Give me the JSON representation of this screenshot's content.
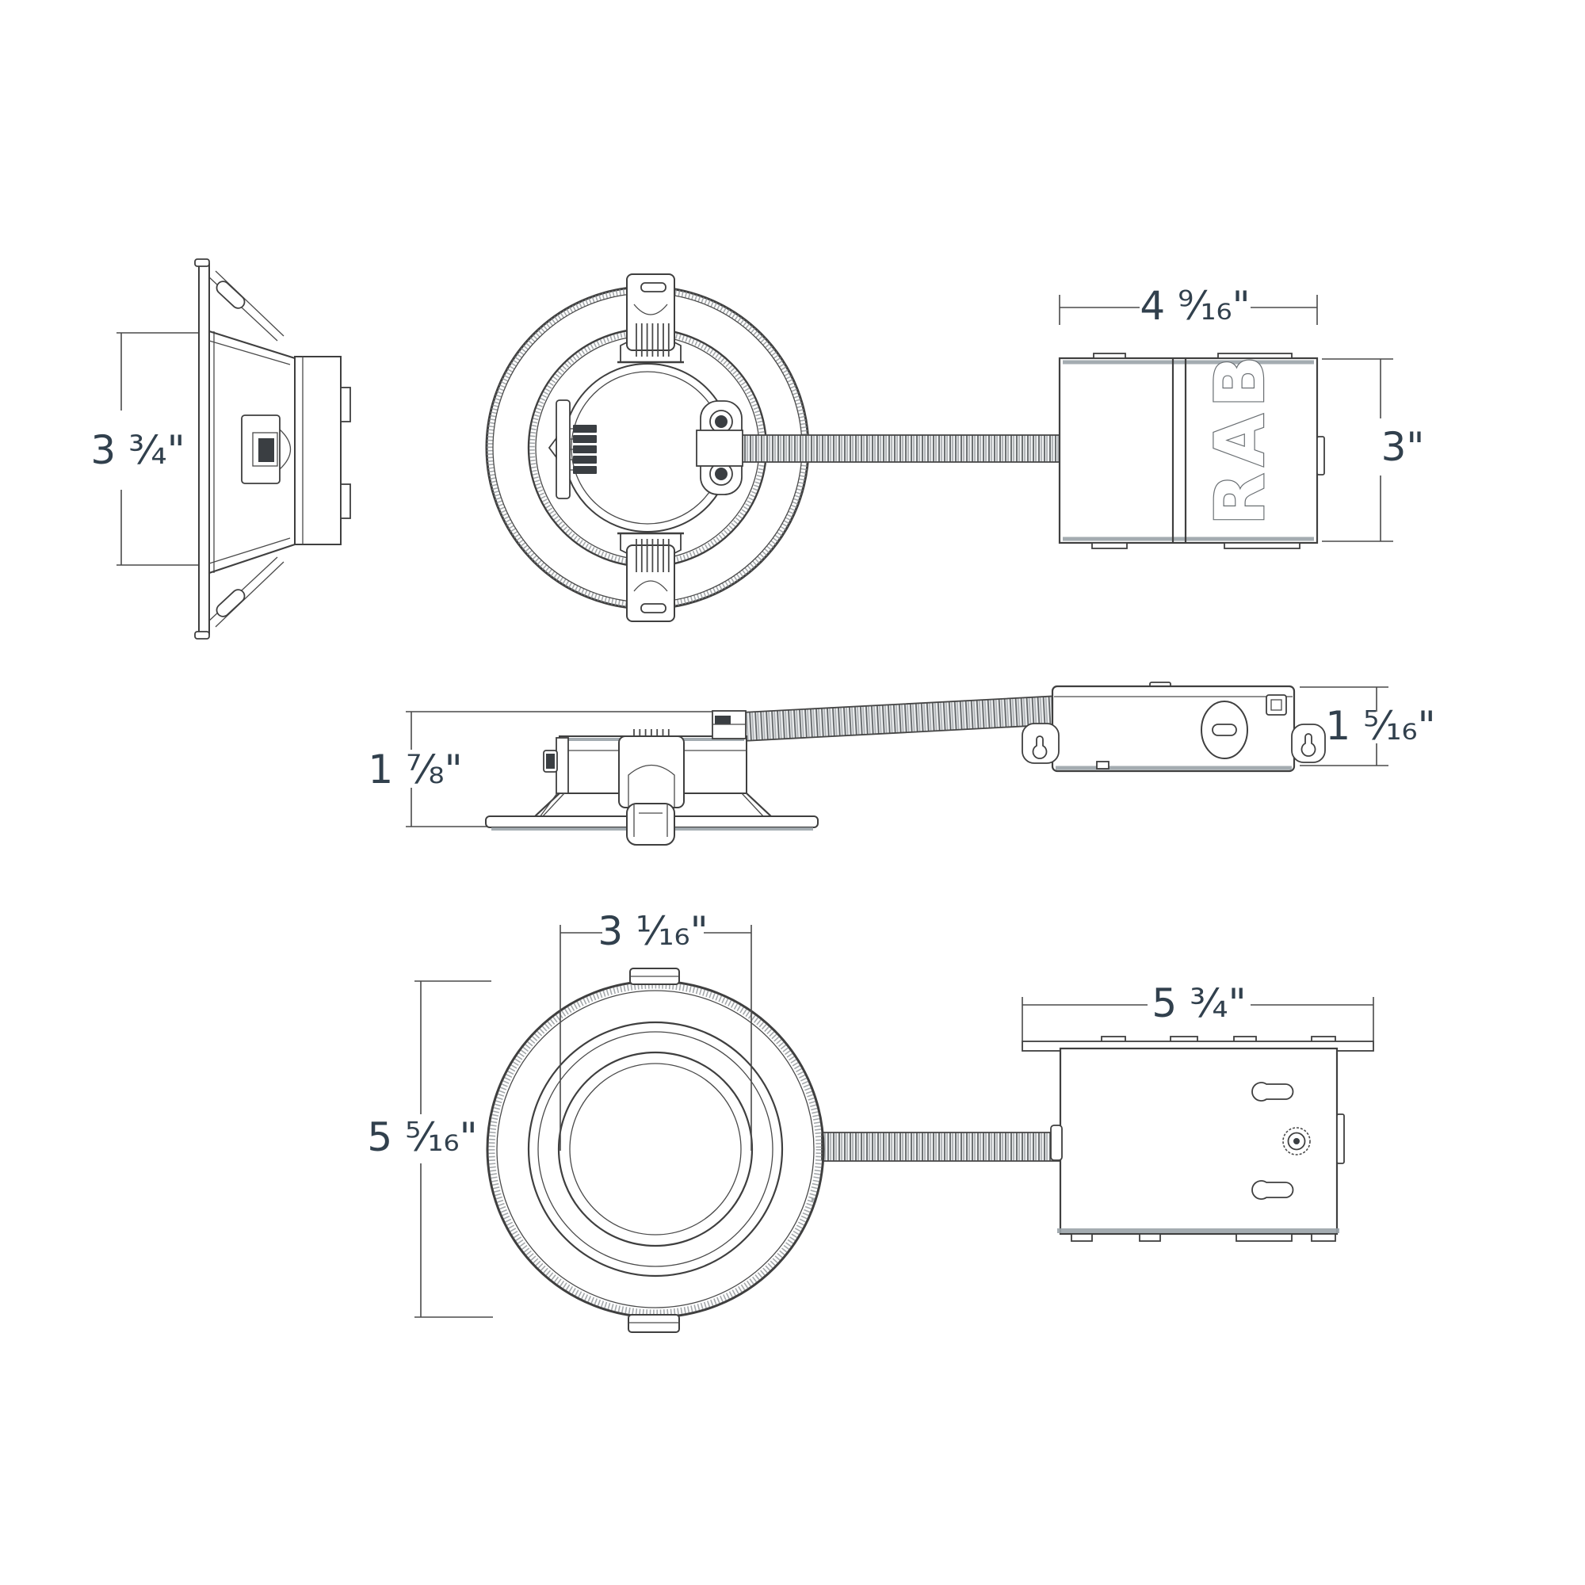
{
  "colors": {
    "background": "#ffffff",
    "line": "#3f3f3f",
    "shade": "#9aa3a8",
    "label_text": "#31404d"
  },
  "brand": {
    "logo_text": "RAB"
  },
  "views": {
    "trim_side": {
      "height": "3 ¾\""
    },
    "remodel_housing": {
      "width": "4 ⁹⁄₁₆\"",
      "height": "3\""
    },
    "fixture_side": {
      "recess_depth": "1 ⅞\""
    },
    "driver": {
      "height": "1 ⁵⁄₁₆\""
    },
    "trim_front": {
      "aperture_diameter": "3 ¹⁄₁₆\"",
      "outer_diameter": "5 ⁵⁄₁₆\""
    },
    "junction_box": {
      "width": "5 ¾\""
    }
  }
}
